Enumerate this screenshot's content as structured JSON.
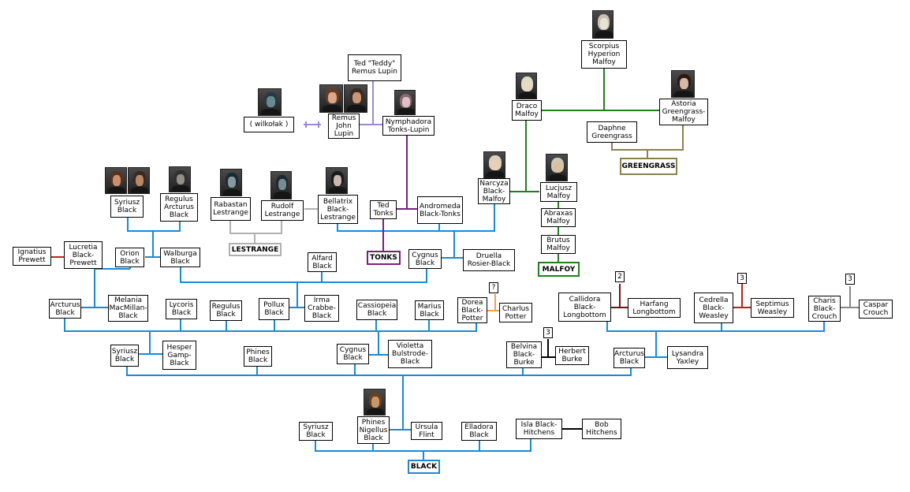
{
  "colors": {
    "black_line": "#1a8ad4",
    "tonks_line": "#7a1f7a",
    "malfoy_line": "#1f7f1f",
    "greengrass_line": "#8a8050",
    "lestrange_line": "#b0b0b0",
    "lupin_line": "#9a8ad0",
    "prewett_line": "#c02020",
    "potter_line": "#f0a050",
    "weasley_line": "#c02020",
    "crouch_line": "#888888",
    "longbottom_line": "#7a1010"
  },
  "families": {
    "black": "BLACK",
    "tonks": "TONKS",
    "malfoy": "MALFOY",
    "greengrass": "GREENGRASS",
    "lestrange": "LESTRANGE"
  },
  "marks": {
    "longbottom": "2",
    "weasley": "3",
    "crouch": "3",
    "burke": "3",
    "potter": "?"
  },
  "people": {
    "teddy": "Ted \"Teddy\" Remus Lupin",
    "scorpius": "Scorpius Hyperion Malfoy",
    "wilkolak": "( wilkołak )",
    "remus": "Remus John Lupin",
    "nymphadora": "Nymphadora Tonks-Lupin",
    "draco": "Draco Malfoy",
    "astoria": "Astoria Greengrass-Malfoy",
    "daphne": "Daphne Greengrass",
    "syriusz2": "Syriusz Black",
    "regulus2": "Regulus Arcturus Black",
    "rabastan": "Rabastan Lestrange",
    "rudolf": "Rudolf Lestrange",
    "bellatrix": "Bellatrix Black-Lestrange",
    "ted": "Ted Tonks",
    "andromeda": "Andromeda Black-Tonks",
    "narcyza": "Narcyza Black-Malfoy",
    "lucjusz": "Lucjusz Malfoy",
    "abraxas": "Abraxas Malfoy",
    "brutus": "Brutus Malfoy",
    "ignatius": "Ignatius Prewett",
    "lucretia": "Lucretia Black-Prewett",
    "orion": "Orion Black",
    "walburga": "Walburga Black",
    "alfard": "Alfard Black",
    "cygnus2": "Cygnus Black",
    "druella": "Druella Rosier-Black",
    "arcturus2": "Arcturus Black",
    "melania": "Melania MacMillan-Black",
    "lycoris": "Lycoris Black",
    "regulus1": "Regulus Black",
    "pollux": "Pollux Black",
    "irma": "Irma Crabbe-Black",
    "cassiopeia": "Cassiopeia Black",
    "marius": "Marius Black",
    "dorea": "Dorea Black-Potter",
    "charlus": "Charlus Potter",
    "callidora": "Callidora Black-Longbottom",
    "harfang": "Harfang Longbottom",
    "cedrella": "Cedrella Black-Weasley",
    "septimus": "Septimus Weasley",
    "charis": "Charis Black-Crouch",
    "caspar": "Caspar Crouch",
    "syriusz1": "Syriusz Black",
    "hesper": "Hesper Gamp-Black",
    "phines": "Phines Black",
    "cygnus1": "Cygnus Black",
    "violetta": "Violetta Bulstrode-Black",
    "belvina": "Belvina Black-Burke",
    "herbert": "Herbert Burke",
    "arcturus1": "Arcturus Black",
    "lysandra": "Lysandra Yaxley",
    "syriusz0": "Syriusz Black",
    "phineas": "Phines Nigellus Black",
    "ursula": "Ursula Flint",
    "elladora": "Elladora Black",
    "isla": "Isla Black-Hitchens",
    "bob": "Bob Hitchens"
  }
}
